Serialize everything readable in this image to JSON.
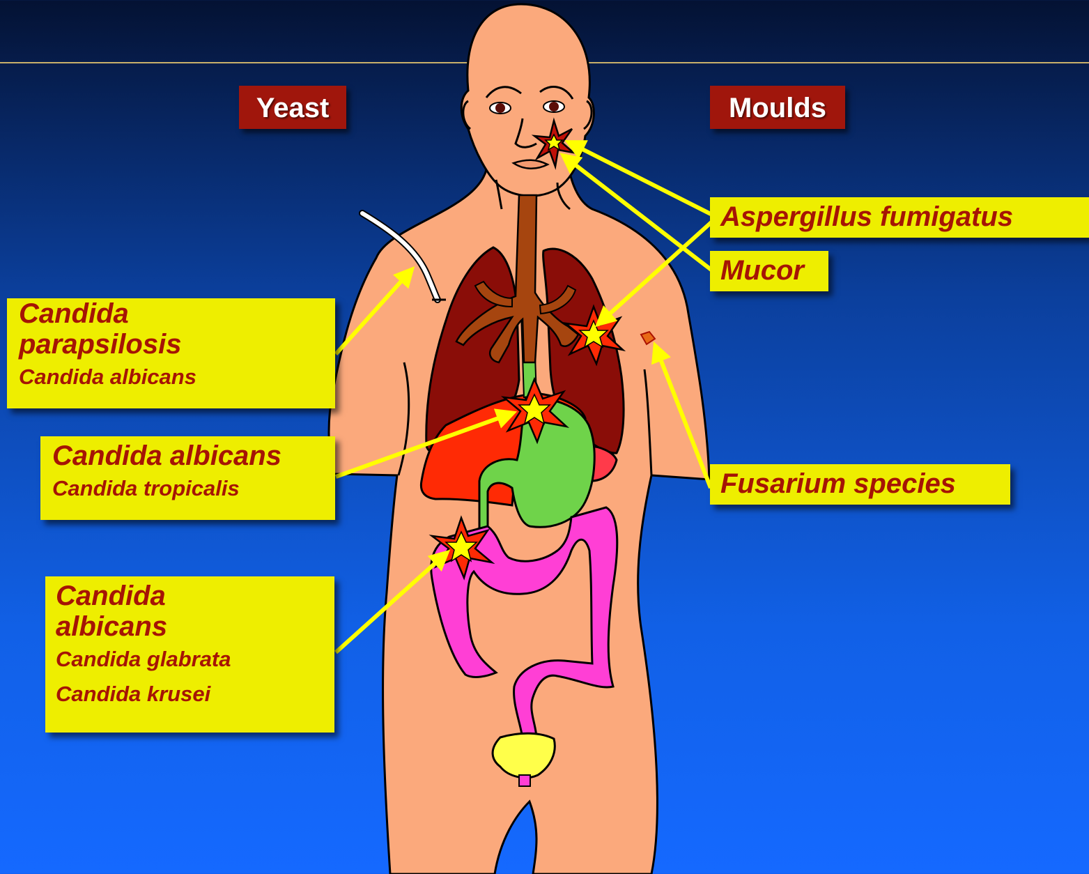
{
  "headers": {
    "yeast": "Yeast",
    "moulds": "Moulds"
  },
  "labels": {
    "catheter": {
      "primary": [
        "Candida",
        "parapsilosis"
      ],
      "secondary": [
        "Candida albicans"
      ]
    },
    "liver": {
      "primary": [
        "Candida albicans"
      ],
      "secondary": [
        "Candida tropicalis"
      ]
    },
    "gut": {
      "primary": [
        "Candida",
        "albicans"
      ],
      "secondary": [
        "Candida glabrata",
        "Candida krusei"
      ]
    },
    "aspergillus": "Aspergillus fumigatus",
    "mucor": "Mucor",
    "fusarium": "Fusarium species"
  },
  "colors": {
    "background_top": "#041233",
    "background_bottom": "#1569ff",
    "header_box": "#a0160c",
    "label_box": "#eeee00",
    "label_text": "#a51405",
    "arrow": "#ffff00",
    "skin": "#fba97c",
    "lungs": "#8a0d08",
    "airways": "#a6450f",
    "liver": "#ff2a05",
    "stomach": "#6fd34a",
    "intestine": "#ff3fd5",
    "bladder": "#ffff4a"
  }
}
